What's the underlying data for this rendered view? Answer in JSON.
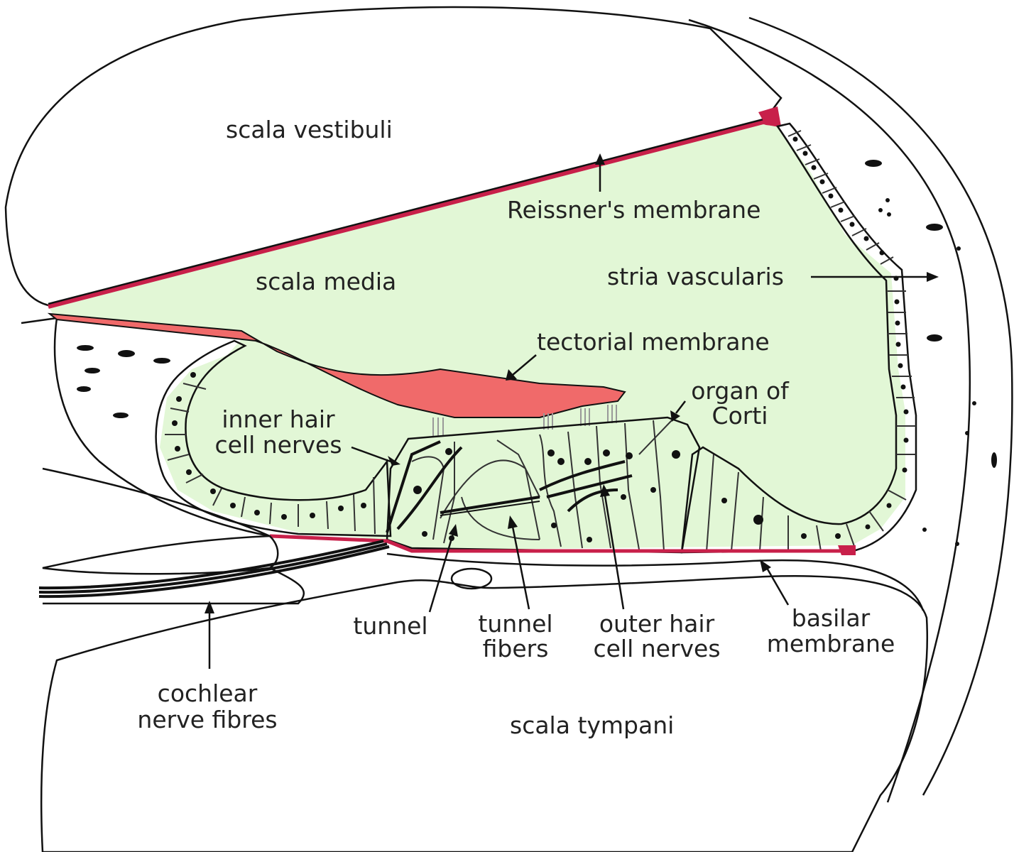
{
  "colors": {
    "scala_fluid": "#c4f2f2",
    "scala_media_fluid": "#e2f7d6",
    "membrane_red": "#c8204a",
    "tectorial": "#f06a6a",
    "organ_of_corti": "#f58aa0",
    "supporting_cells": "#fbf27a",
    "outline": "#111111"
  },
  "labels": {
    "scala_vestibuli": "scala vestibuli",
    "reissners_membrane": "Reissner's membrane",
    "scala_media": "scala media",
    "stria_vascularis": "stria vascularis",
    "tectorial_membrane": "tectorial membrane",
    "organ_of_corti": [
      "organ of",
      "Corti"
    ],
    "inner_hair_cell_nerves": [
      "inner hair",
      "cell nerves"
    ],
    "tunnel": "tunnel",
    "tunnel_fibers": [
      "tunnel",
      "fibers"
    ],
    "outer_hair_cell_nerves": [
      "outer hair",
      "cell nerves"
    ],
    "basilar_membrane": [
      "basilar",
      "membrane"
    ],
    "cochlear_nerve_fibres": [
      "cochlear",
      "nerve fibres"
    ],
    "scala_tympani": "scala tympani"
  }
}
